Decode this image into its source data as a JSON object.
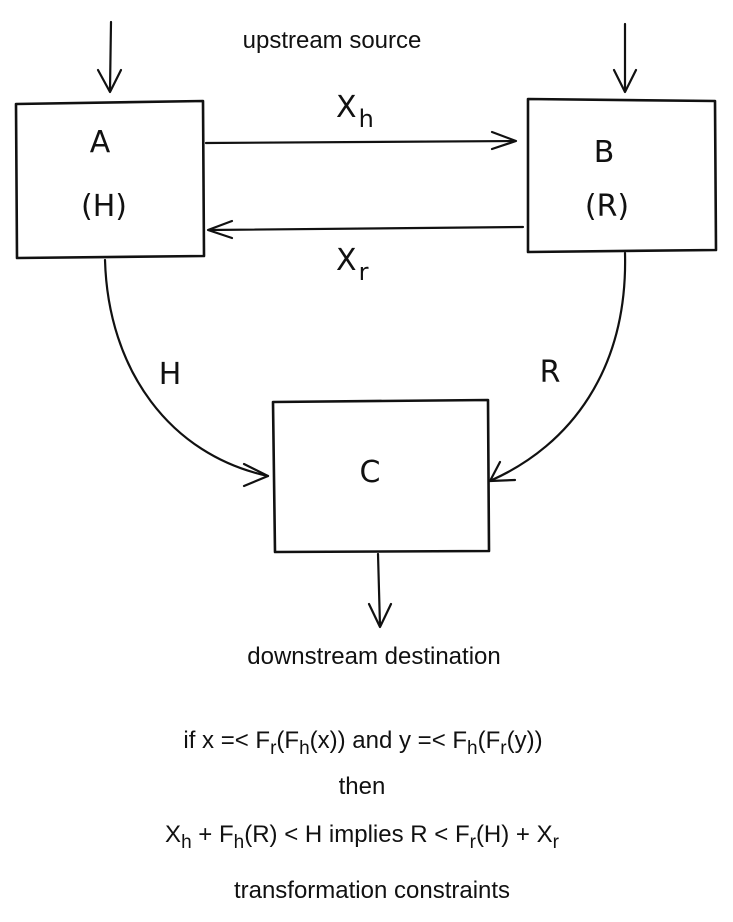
{
  "nodes": {
    "a": {
      "name": "A",
      "sub": "(H)"
    },
    "b": {
      "name": "B",
      "sub": "(R)"
    },
    "c": {
      "name": "C"
    }
  },
  "edges": {
    "xh": {
      "main": "X",
      "sub": "h"
    },
    "xr": {
      "main": "X",
      "sub": "r"
    },
    "h": "H",
    "r": "R"
  },
  "labels": {
    "upstream": "upstream source",
    "downstream": "downstream destination",
    "caption": "transformation constraints"
  },
  "formulas": {
    "line1": {
      "p1": "if  x =< F",
      "s1": "r",
      "p2": "(F",
      "s2": "h",
      "p3": "(x))  and  y =< F",
      "s3": "h",
      "p4": "(F",
      "s4": "r",
      "p5": "(y))"
    },
    "then": "then",
    "line3": {
      "p1": "X",
      "s1": "h",
      "p2": " + F",
      "s2": "h",
      "p3": "(R) < H  implies  R < F",
      "s3": "r",
      "p4": "(H) + X",
      "s4": "r"
    }
  }
}
